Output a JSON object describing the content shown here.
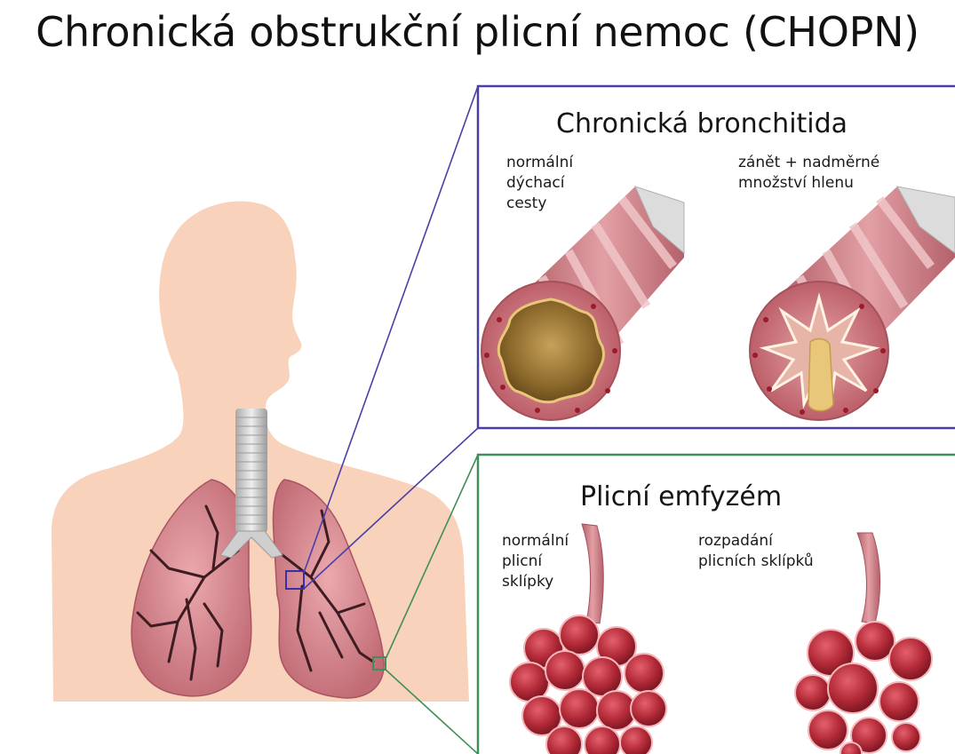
{
  "title": "Chronická obstrukční plicní nemoc (CHOPN)",
  "bronchitis": {
    "heading": "Chronická bronchitida",
    "normal_label": [
      "normální",
      "dýchací",
      "cesty"
    ],
    "inflamed_label": [
      "zánět + nadměrné",
      "množství hlenu"
    ]
  },
  "emphysema": {
    "heading": "Plicní emfyzém",
    "normal_label": [
      "normální",
      "plicní",
      "sklípky"
    ],
    "damaged_label": [
      "rozpadání",
      "plicních sklípků"
    ]
  },
  "colors": {
    "bronchitis_frame": "#4a3fa8",
    "emphysema_frame": "#3f8f5a",
    "skin": "#f8d2bb",
    "lung": "#d88e96",
    "airway_wall": "#c9727c",
    "mucus": "#e8c77a",
    "alveoli": "#b8323f"
  }
}
